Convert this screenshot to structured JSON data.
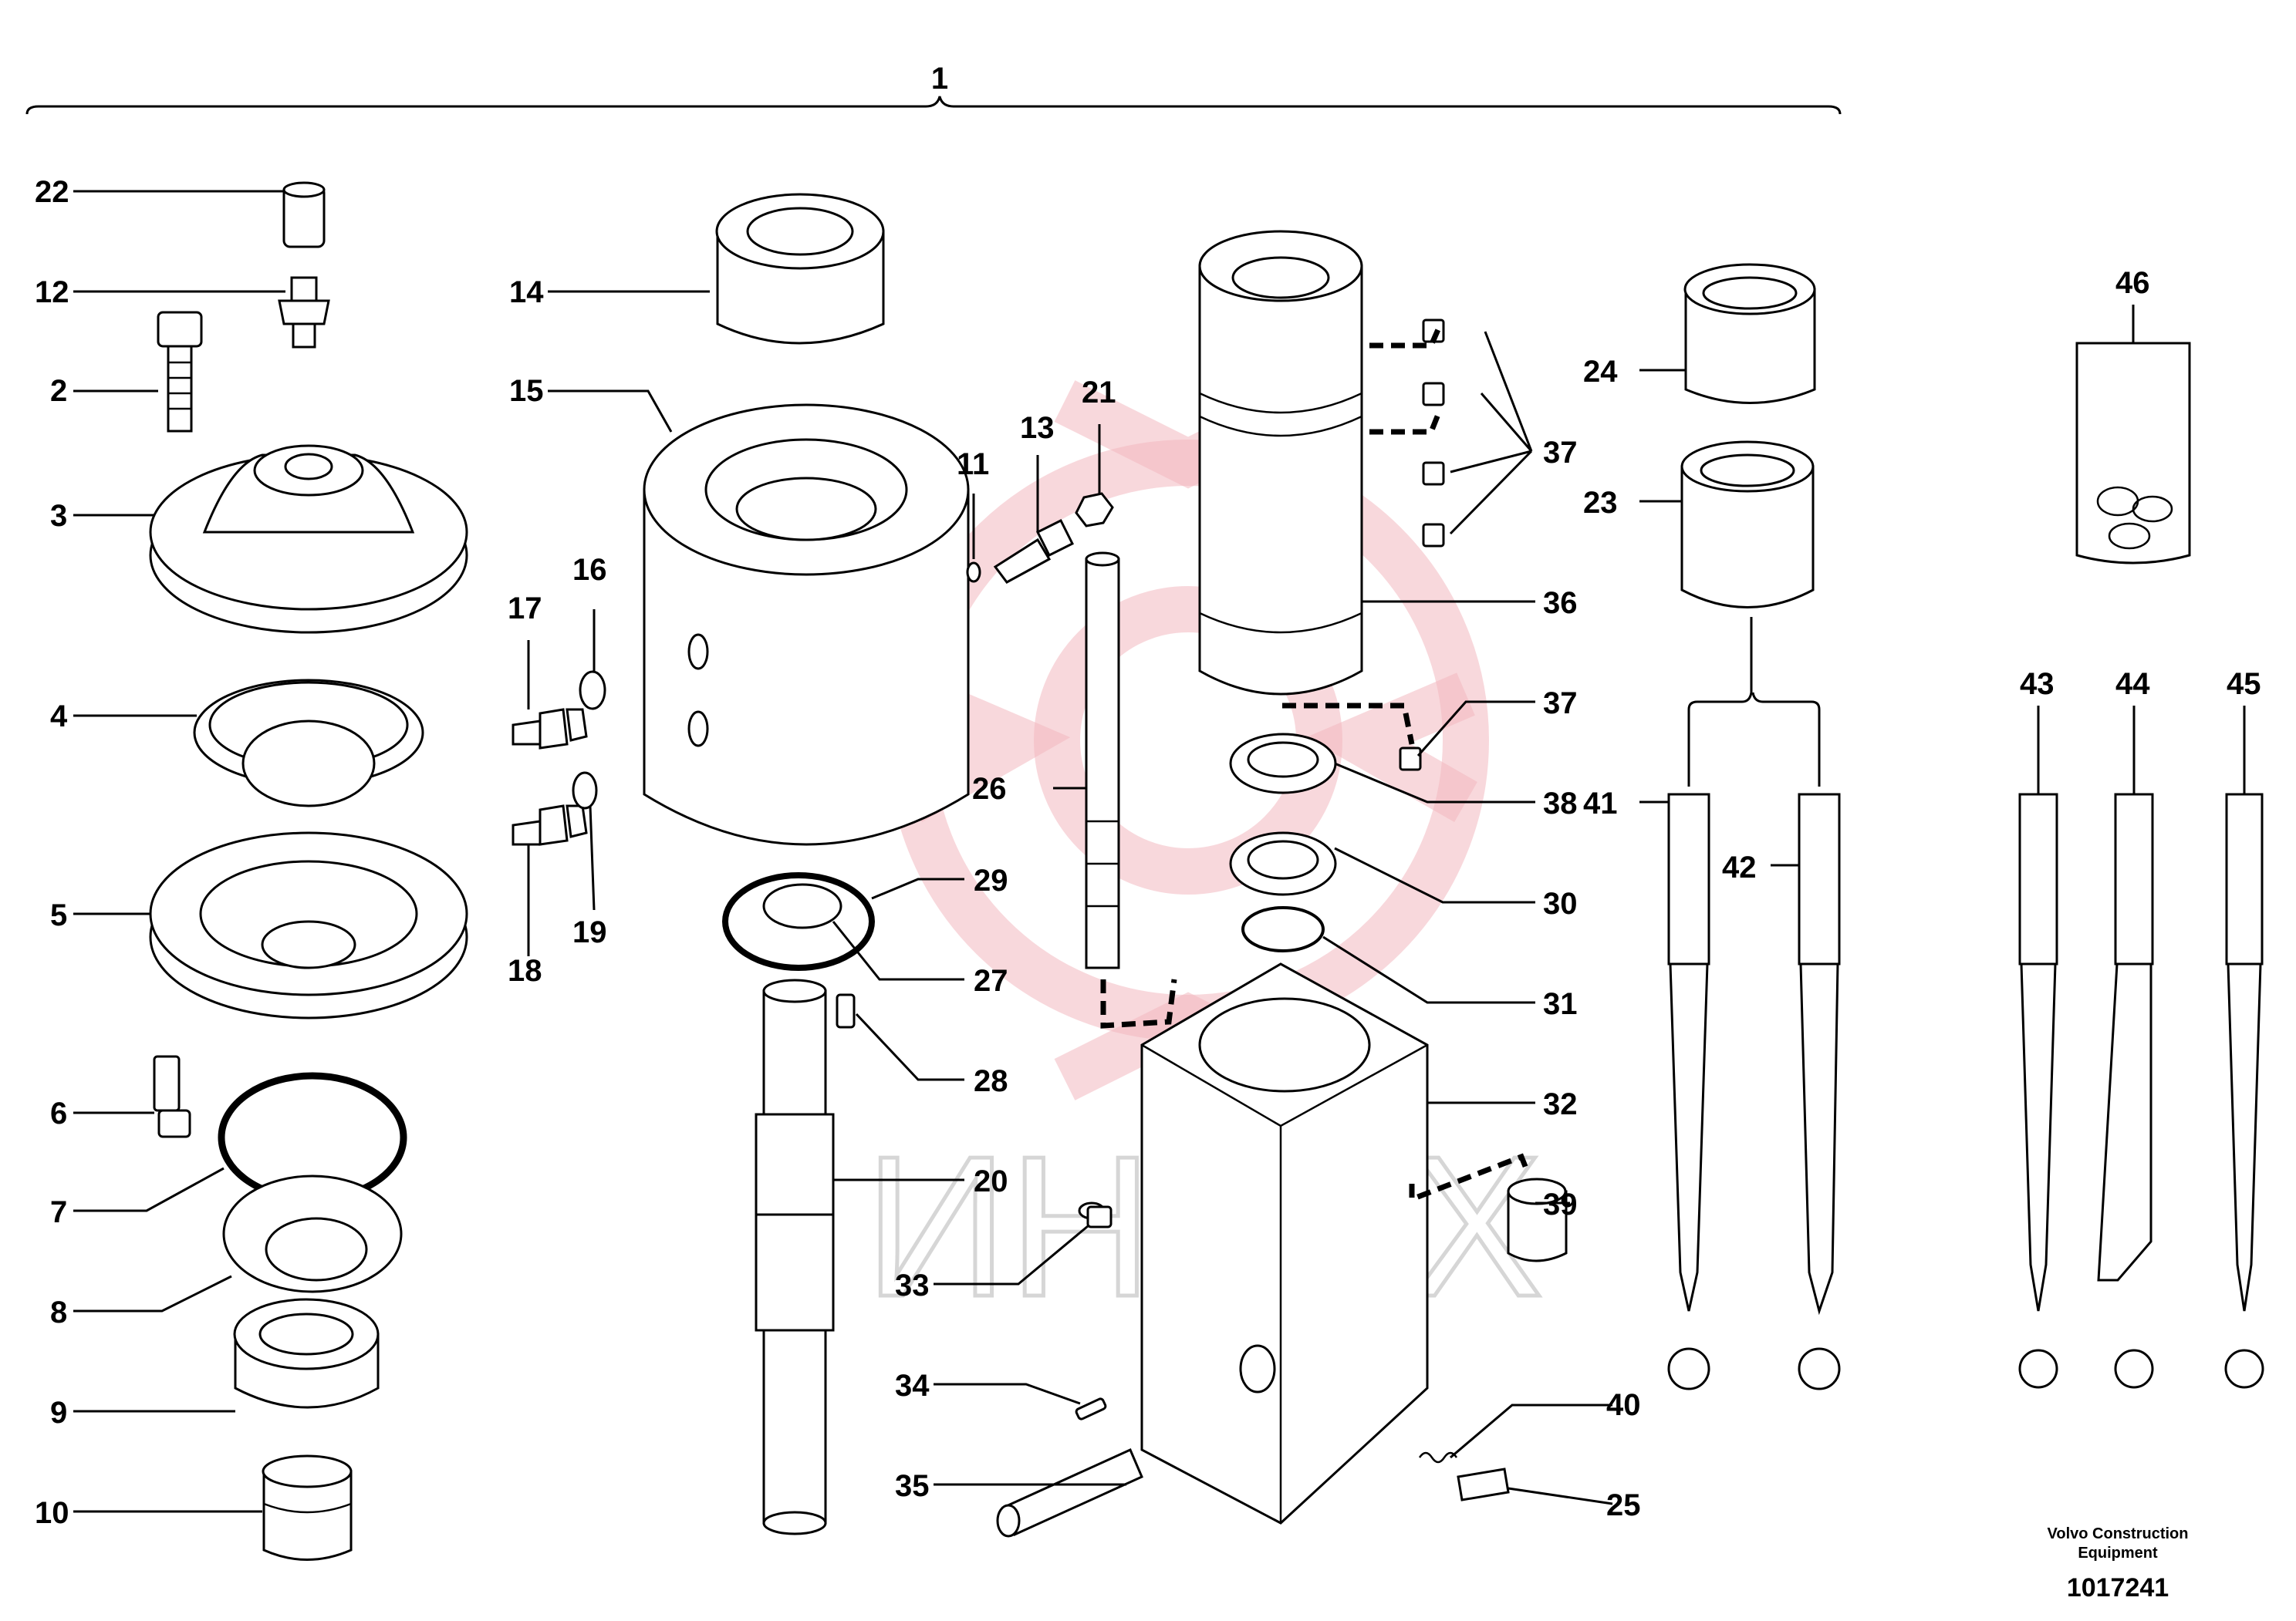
{
  "assembly_label": "1",
  "callouts": [
    "22",
    "12",
    "2",
    "3",
    "4",
    "5",
    "6",
    "7",
    "8",
    "9",
    "10",
    "14",
    "15",
    "16",
    "17",
    "18",
    "19",
    "11",
    "13",
    "21",
    "26",
    "29",
    "27",
    "28",
    "20",
    "33",
    "34",
    "35",
    "36",
    "37",
    "37",
    "38",
    "30",
    "31",
    "32",
    "39",
    "40",
    "25",
    "24",
    "23",
    "41",
    "42",
    "43",
    "44",
    "45",
    "46"
  ],
  "footer": {
    "company_line1": "Volvo Construction",
    "company_line2": "Equipment",
    "drawing_number": "1017241"
  },
  "watermark": {
    "text": "ИНТЕХ",
    "color": "#f2b8bf"
  },
  "colors": {
    "line": "#000000",
    "background": "#ffffff"
  }
}
